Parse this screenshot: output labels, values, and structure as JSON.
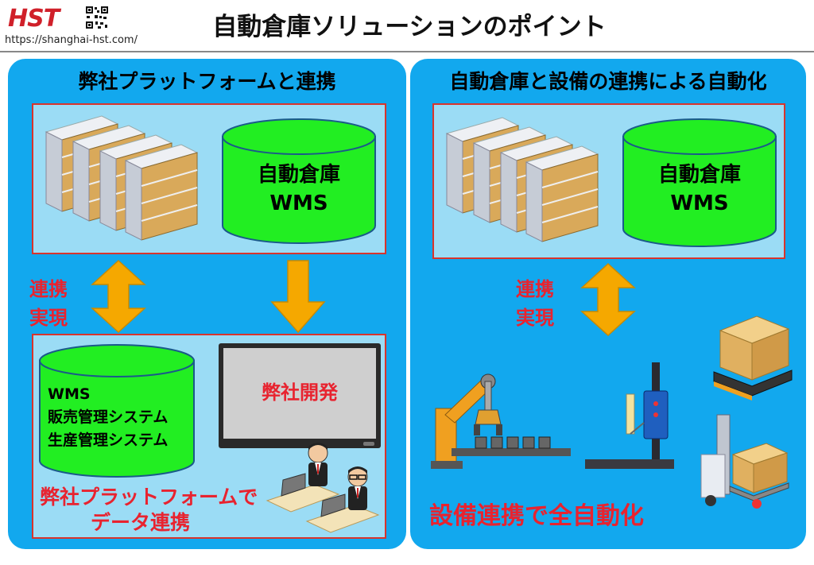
{
  "header": {
    "logo": "HST",
    "url": "https://shanghai-hst.com/",
    "title": "自動倉庫ソリューションのポイント"
  },
  "left_panel": {
    "title": "弊社プラットフォームと連携",
    "cylinder_top": [
      "自動倉庫",
      "WMS"
    ],
    "link_label": [
      "連携",
      "実現"
    ],
    "cylinder_bottom": [
      "WMS",
      "販売管理システム",
      "生産管理システム"
    ],
    "monitor_text": "弊社開発",
    "bottom_caption": [
      "弊社プラットフォームで",
      "データ連携"
    ]
  },
  "right_panel": {
    "title": "自動倉庫と設備の連携による自動化",
    "cylinder_top": [
      "自動倉庫",
      "WMS"
    ],
    "link_label": [
      "連携",
      "実現"
    ],
    "bottom_caption": "設備連携で全自動化"
  },
  "colors": {
    "panel": "#12a8ee",
    "box_border": "#d8342c",
    "cylinder": "#22ee22",
    "arrow": "#f5a800",
    "accent_text": "#e8232f"
  }
}
